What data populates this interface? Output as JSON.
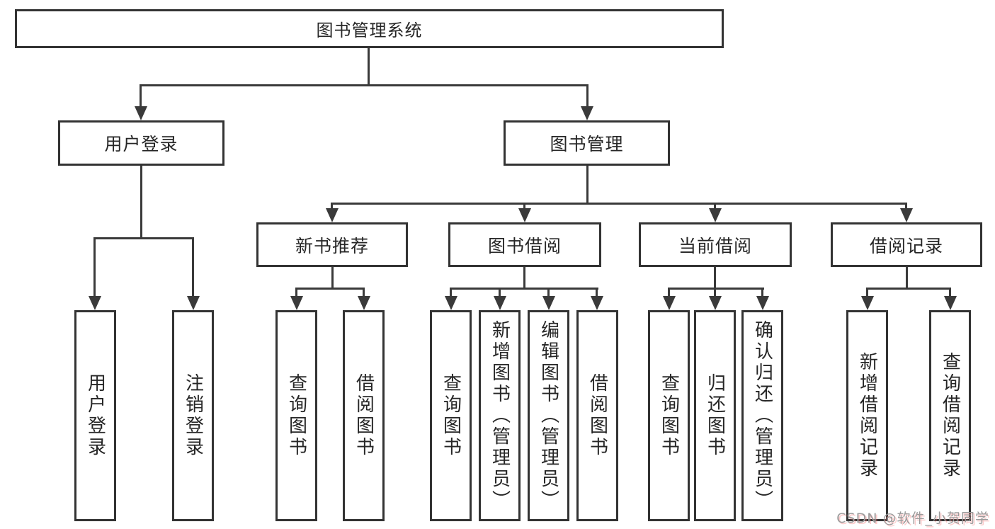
{
  "diagram": {
    "root": {
      "label": "图书管理系统"
    },
    "level2": {
      "user_login": {
        "label": "用户登录"
      },
      "book_management": {
        "label": "图书管理"
      }
    },
    "level3": {
      "new_book_recommend": {
        "label": "新书推荐"
      },
      "book_borrowing": {
        "label": "图书借阅"
      },
      "current_borrowing": {
        "label": "当前借阅"
      },
      "borrowing_records": {
        "label": "借阅记录"
      }
    },
    "leaves": {
      "user_login": {
        "label": "用户登录"
      },
      "logout": {
        "label": "注销登录"
      },
      "rec_query_books": {
        "label": "查询图书"
      },
      "rec_borrow_books": {
        "label": "借阅图书"
      },
      "bb_query_books": {
        "label": "查询图书"
      },
      "bb_add_books_admin": {
        "label": "新增图书（管理员）"
      },
      "bb_edit_books_admin": {
        "label": "编辑图书（管理员）"
      },
      "bb_borrow_books": {
        "label": "借阅图书"
      },
      "cb_query_books": {
        "label": "查询图书"
      },
      "cb_return_books": {
        "label": "归还图书"
      },
      "cb_confirm_return_admin": {
        "label": "确认归还（管理员）"
      },
      "br_add_record": {
        "label": "新增借阅记录"
      },
      "br_query_record": {
        "label": "查询借阅记录"
      }
    },
    "watermark": "CSDN @软件_小贺同学",
    "colors": {
      "line": "#3a3a3a",
      "border": "#333333",
      "text": "#262626",
      "background": "#ffffff",
      "watermark": "#9b9b9b"
    }
  }
}
